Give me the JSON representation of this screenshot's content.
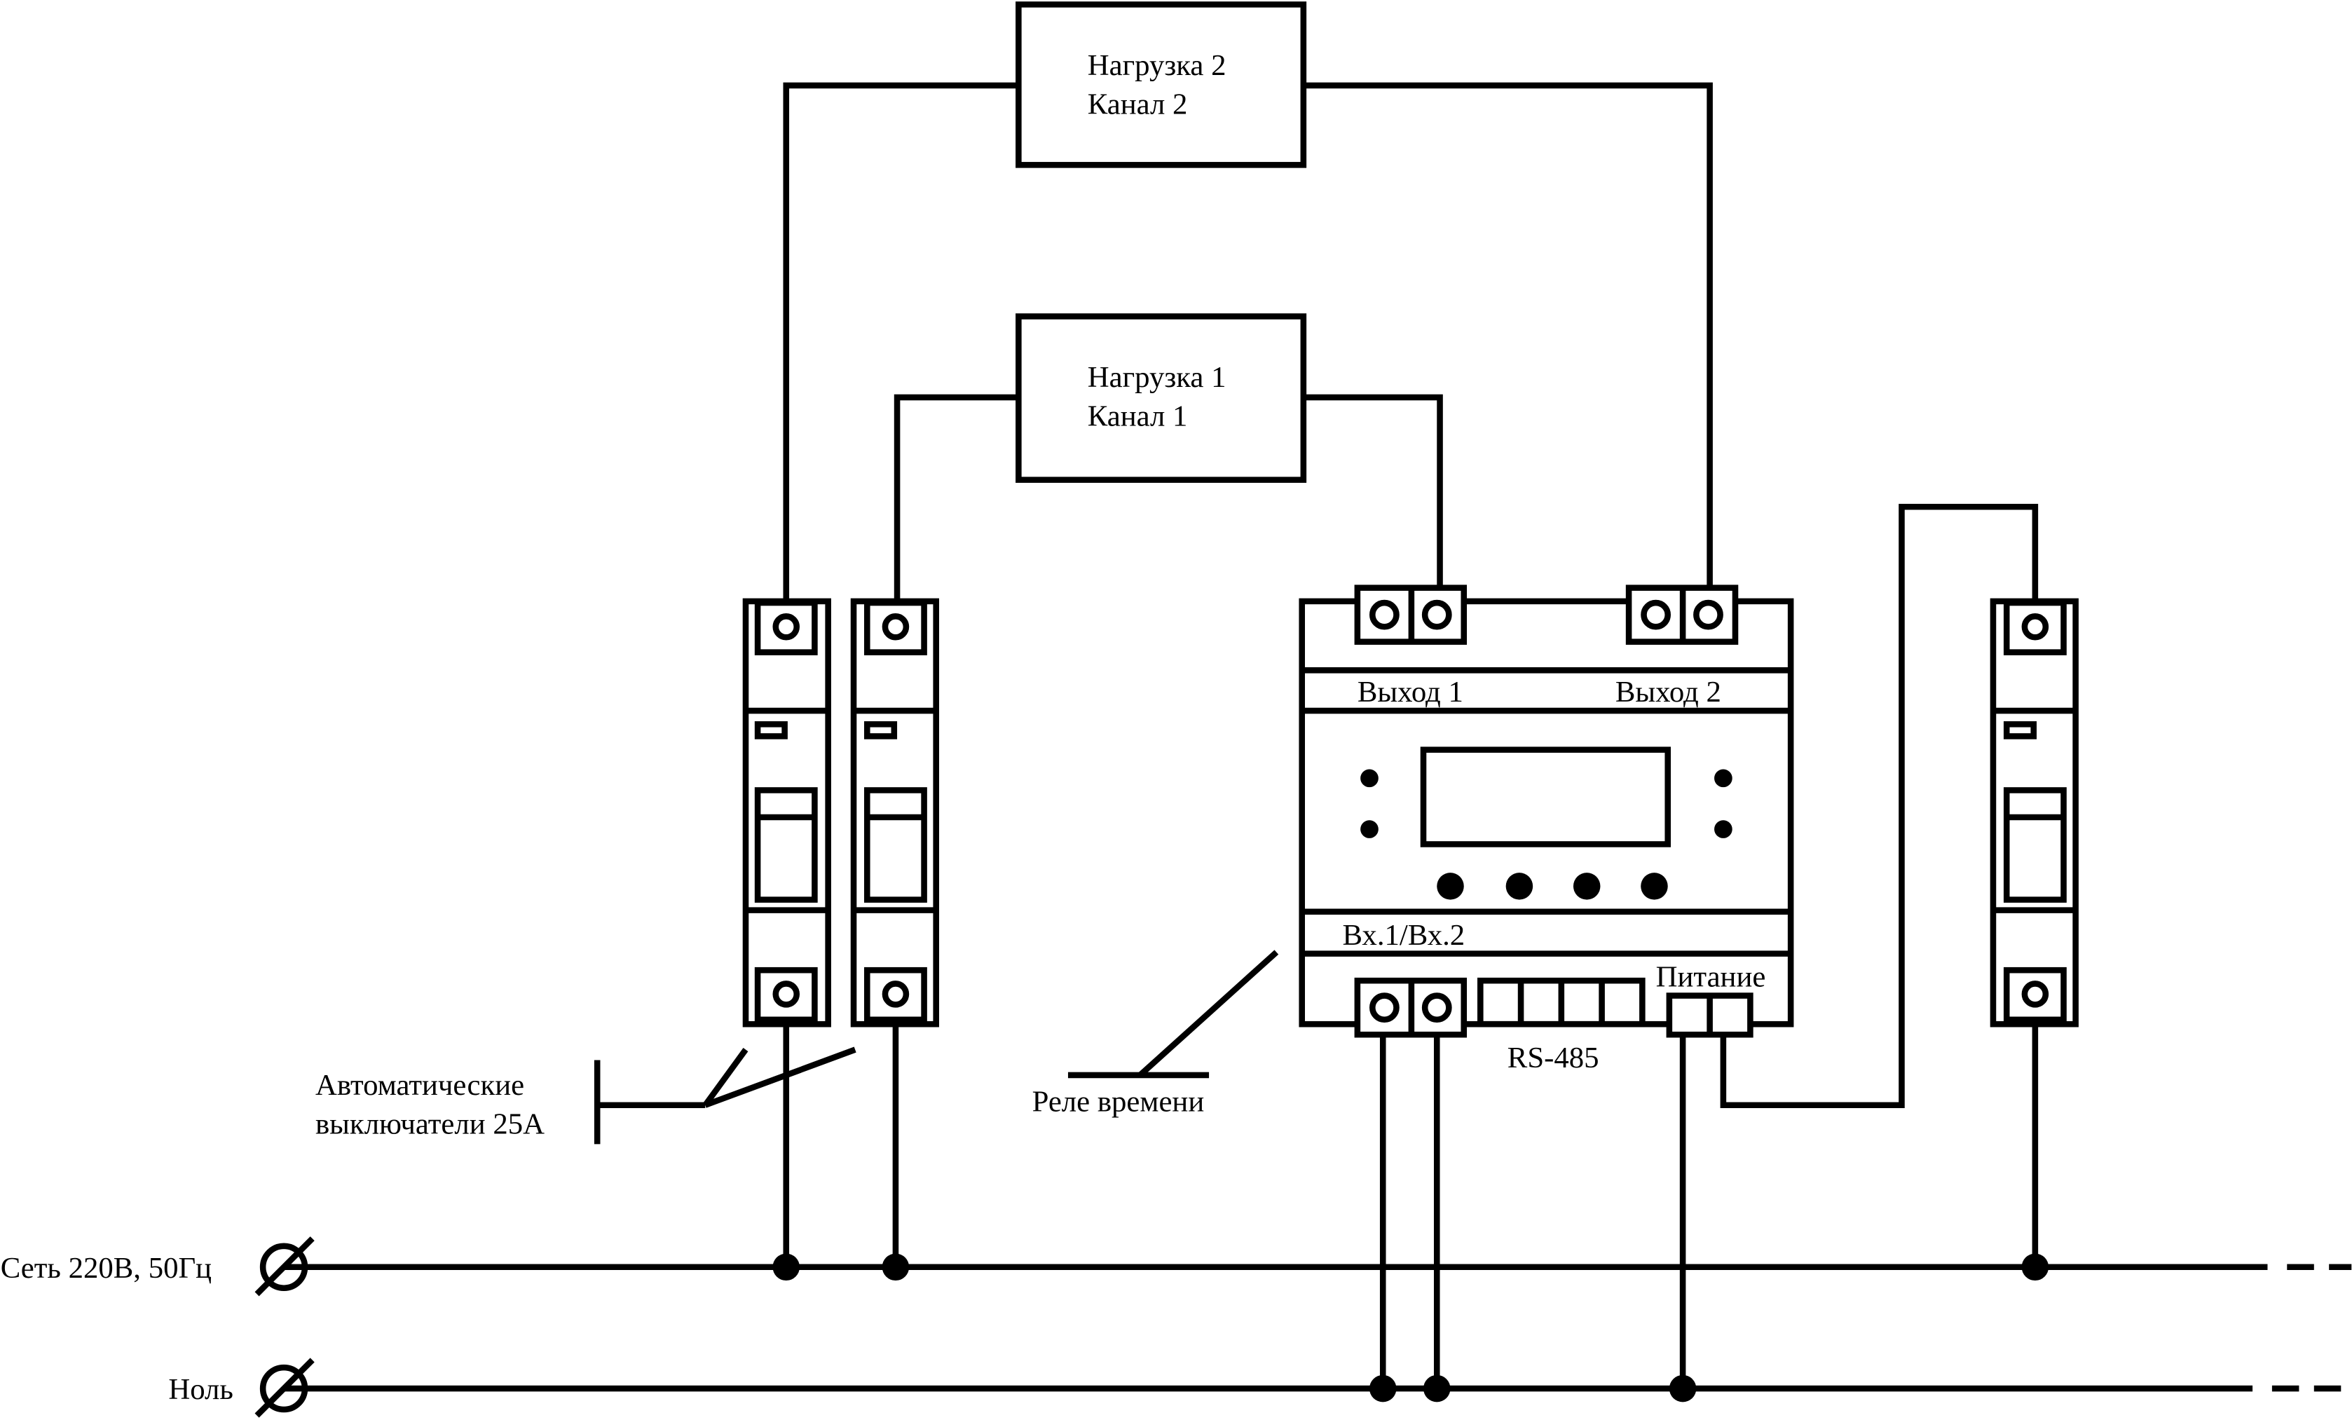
{
  "loads": {
    "load2": {
      "line1": "Нагрузка 2",
      "line2": "Канал 2"
    },
    "load1": {
      "line1": "Нагрузка 1",
      "line2": "Канал 1"
    }
  },
  "relay": {
    "output1_label": "Выход 1",
    "output2_label": "Выход 2",
    "inputs_label": "Вх.1/Вх.2",
    "power_label": "Питание",
    "rs485_label": "RS-485",
    "caption": "Реле времени"
  },
  "breakers": {
    "caption_line1": "Автоматические",
    "caption_line2": "выключатели 25А"
  },
  "mains": {
    "phase_label": "Сеть 220В, 50Гц",
    "neutral_label": "Ноль"
  }
}
